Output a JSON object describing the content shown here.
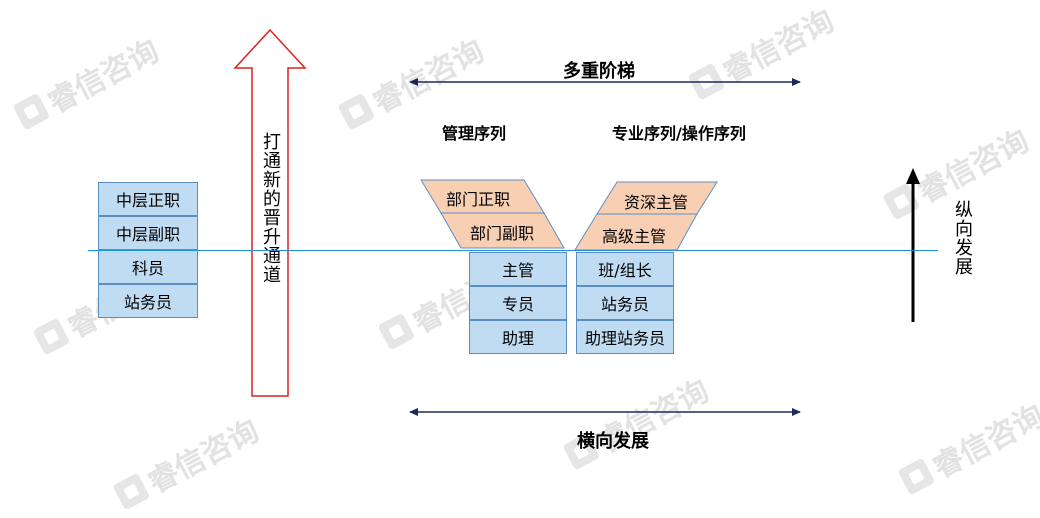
{
  "watermark": "睿信咨询",
  "promotion_arrow_text": "打通新的晋升通道",
  "left_ladder": [
    "中层正职",
    "中层副职",
    "科员",
    "站务员"
  ],
  "top_arrow_label": "多重阶梯",
  "bottom_arrow_label": "横向发展",
  "vertical_arrow_label": "纵向发展",
  "management": {
    "title": "管理序列",
    "upper": [
      "部门正职",
      "部门副职"
    ],
    "lower": [
      "主管",
      "专员",
      "助理"
    ]
  },
  "professional": {
    "title": "专业序列/操作序列",
    "upper": [
      "资深主管",
      "高级主管"
    ],
    "lower": [
      "班/组长",
      "站务员",
      "助理站务员"
    ]
  },
  "colors": {
    "box_fill": "#bfdcf2",
    "box_border": "#5b8fc4",
    "upper_fill": "#f8cfb3",
    "baseline": "#1e90e0",
    "promo_arrow": "#e02020"
  }
}
